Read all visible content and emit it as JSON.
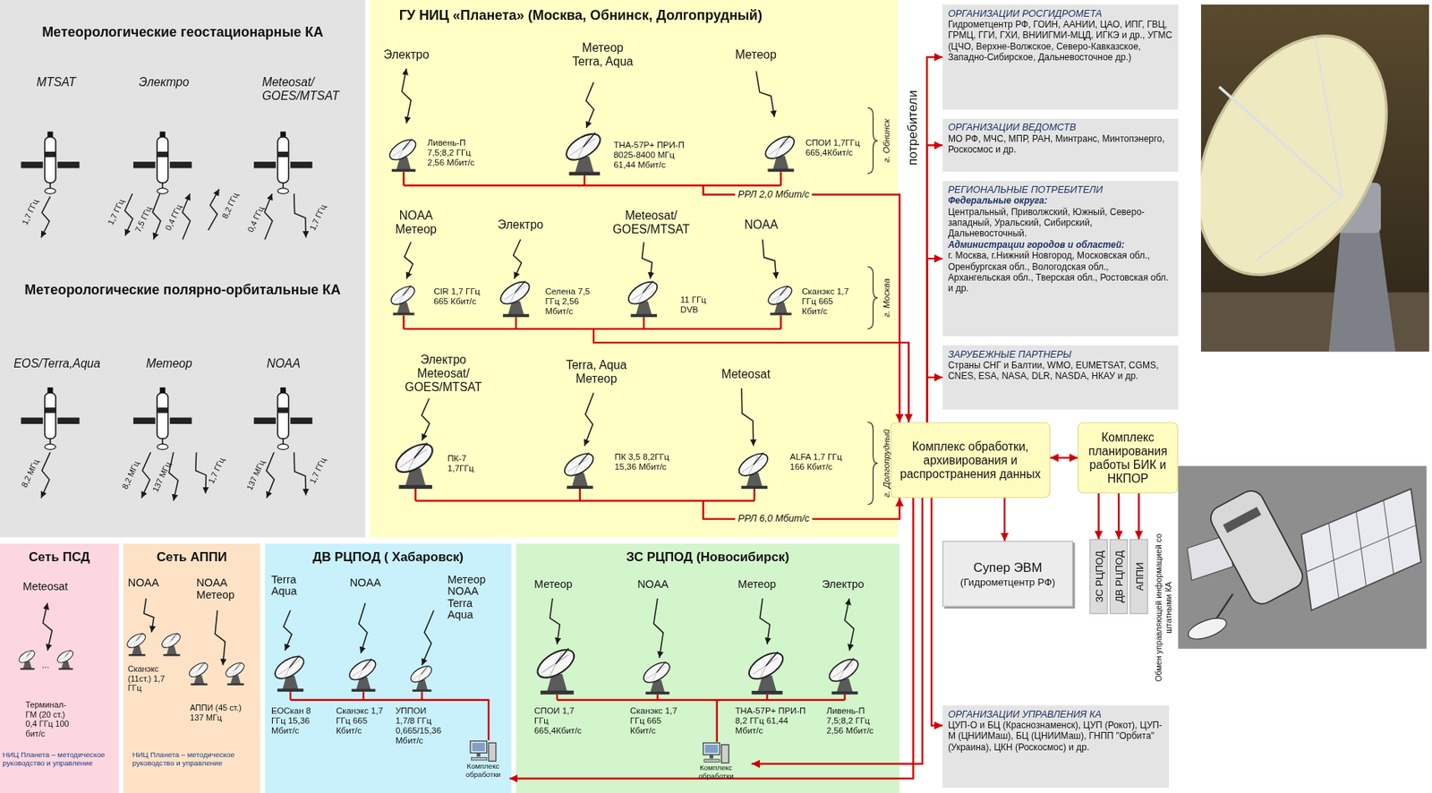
{
  "diagram": {
    "nodes": [
      {
        "text": [
          "Метеорологические геостационарные КА",
          "Метеорологические полярно-орбитальные КА"
        ]
      },
      {
        "text": [
          "ГУ НИЦ «Планета» (Москва, Обнинск, Долгопрудный)"
        ]
      },
      {
        "text": [
          "ОРГАНИЗАЦИИ РОСГИДРОМЕТА",
          "Гидрометцентр РФ, ГОИН, ААНИИ, ЦАО, ИПГ, ГВЦ, ГРМЦ, ГГИ, ГХИ, ВНИИГМИ-МЦД, ИГКЭ и др., УГМС (ЦЧО, Верхне-Волжское, Северо-Кавказское, Западно-Сибирское, Дальневосточное др.)"
        ]
      },
      {
        "text": [
          "ОРГАНИЗАЦИИ ВЕДОМСТВ",
          "МО РФ, МЧС, МПР, РАН, Минтранс, Минтопэнерго, Роскосмос и др."
        ]
      },
      {
        "text": [
          "РЕГИОНАЛЬНЫЕ ПОТРЕБИТЕЛИ",
          "Федеральные округа:",
          "Центральный, Приволжский, Южный, Северо-западный, Уральский, Сибирский, Дальневосточный.",
          "Администрации городов и областей:",
          "г. Москва, г.Нижний Новгород, Московская обл., Оренбургская обл., Вологодская обл., Архангельская обл., Тверская обл., Ростовская обл. и др."
        ]
      },
      {
        "text": [
          "ЗАРУБЕЖНЫЕ ПАРТНЕРЫ",
          "Страны СНГ и Балтии, WMO, EUMETSAT, CGMS, CNES, ESA, NASA, DLR, NASDA, НКАУ и др."
        ]
      },
      {
        "text": [
          "Комплекс обработки, архивирования и распространения данных"
        ]
      },
      {
        "text": [
          "Комплекс планирования работы БИК и НКПОР"
        ]
      },
      {
        "text": [
          "Сеть ПСД"
        ]
      },
      {
        "text": [
          "Сеть АППИ"
        ]
      },
      {
        "text": [
          "ДВ РЦПОД ( Хабаровск)"
        ]
      },
      {
        "text": [
          "Комплекс обработки"
        ],
        "in": 10
      },
      {
        "text": [
          "ЗС РЦПОД (Новосибирск)"
        ]
      },
      {
        "text": [
          "Комплекс обработки"
        ],
        "in": 12
      },
      {
        "text": [
          "Супер ЭВМ",
          "(Гидрометцентр РФ)"
        ]
      },
      {
        "text": [
          "ЗС РЦПОД"
        ]
      },
      {
        "text": [
          "ДВ РЦПОД"
        ]
      },
      {
        "text": [
          "АППИ"
        ]
      },
      {
        "text": [
          "ОРГАНИЗАЦИИ УПРАВЛЕНИЯ КА",
          "ЦУП-О и БЦ (Краснознаменск), ЦУП (Рокот), ЦУП-М (ЦНИИМаш), БЦ (ЦНИИМаш), ГНПП \"Орбита\" (Украина), ЦКН (Роскосмос) и др."
        ]
      }
    ],
    "edges": [
      {
        "from": 6,
        "to": 2,
        "arrow": "to"
      },
      {
        "from": 6,
        "to": 3,
        "arrow": "to"
      },
      {
        "from": 6,
        "to": 4,
        "arrow": "to"
      },
      {
        "from": 6,
        "to": 5,
        "arrow": "to"
      },
      {
        "from": 6,
        "to": 7,
        "arrow": "both"
      },
      {
        "from": 6,
        "to": 14,
        "arrow": "to"
      },
      {
        "from": 7,
        "to": 15,
        "arrow": "to"
      },
      {
        "from": 7,
        "to": 16,
        "arrow": "to"
      },
      {
        "from": 7,
        "to": 17,
        "arrow": "to"
      },
      {
        "from": 6,
        "to": 11,
        "arrow": "to"
      },
      {
        "from": 6,
        "to": 13,
        "arrow": "to"
      },
      {
        "from": 6,
        "to": 18,
        "arrow": "to"
      }
    ],
    "labels": [
      "MTSAT",
      "Электро",
      "Meteosat/ GOES/MTSAT",
      "1,7 ГГц",
      "1,7 ГГц",
      "7,5 ГГц",
      "0,4 ГГц",
      "8,2 ГГц",
      "0,4 ГГц",
      "1,7 ГГц",
      "EOS/Terra,Aqua",
      "Метеор",
      "NOAA",
      "8,2 МГц",
      "8,2 МГц",
      "137 МГц",
      "1,7 ГГц",
      "137 МГц",
      "1,7 ГГц",
      "Электро",
      "Метеор Terra, Aqua",
      "Метеор",
      "Ливень-П 7,5;8,2 ГГц 2,56 Мбит/с",
      "ТНА-57Р+ ПРИ-П 8025-8400 МГц 61,44 Мбит/с",
      "СПОИ 1,7ГГц 665,4Кбит/с",
      "РРЛ 2,0 Мбит/с",
      "г. Обнинск",
      "NOAA Метеор",
      "Электро",
      "Meteosat/ GOES/MTSAT",
      "NOAA",
      "CIR 1,7 ГГц 665 Кбит/с",
      "Селена 7,5 ГГц 2,56 Мбит/с",
      "11 ГГц DVB",
      "Сканэкс 1,7 ГГц 665 Кбит/с",
      "г. Москва",
      "Электро Meteosat/ GOES/MTSAT",
      "Terra, Aqua Метеор",
      "Meteosat",
      "ПК-7 1,7ГГц",
      "ПК 3,5 8,2ГГц 15,36 Мбит/с",
      "ALFA 1,7 ГГц 166 Кбит/с",
      "РРЛ 6,0 Мбит/с",
      "г. Долгопрудный",
      "потребители",
      "Meteosat",
      "...",
      "Терминал-ГМ (20 ст.) 0,4 ГГц 100 бит/с",
      "НИЦ Планета – методическое руководство и управление",
      "NOAA",
      "NOAA Метеор",
      "Сканэкс (11ст.) 1,7 ГГц",
      "АППИ (45 ст.) 137 МГц",
      "НИЦ Планета – методическое руководство и управление",
      "Terra Aqua",
      "NOAA",
      "Метеор NOAA Terra Aqua",
      "ЕОСкан 8 ГГц 15,36 Мбит/с",
      "Сканэкс 1,7 ГГц 665 Кбит/с",
      "УППОИ 1,7/8 ГГц 0,665/15,36 Мбит/с",
      "Метеор",
      "NOAA",
      "Метеор",
      "Электро",
      "СПОИ 1,7 ГГц 665,4Кбит/с",
      "Сканэкс 1,7 ГГц 665 Кбит/с",
      "ТНА-57Р+ ПРИ-П 8,2 ГГц 61,44 Мбит/с",
      "Ливень-П 7,5;8,2 ГГц 2,56 Мбит/с",
      "Обмен управляющей информацией со штатными КА"
    ]
  }
}
